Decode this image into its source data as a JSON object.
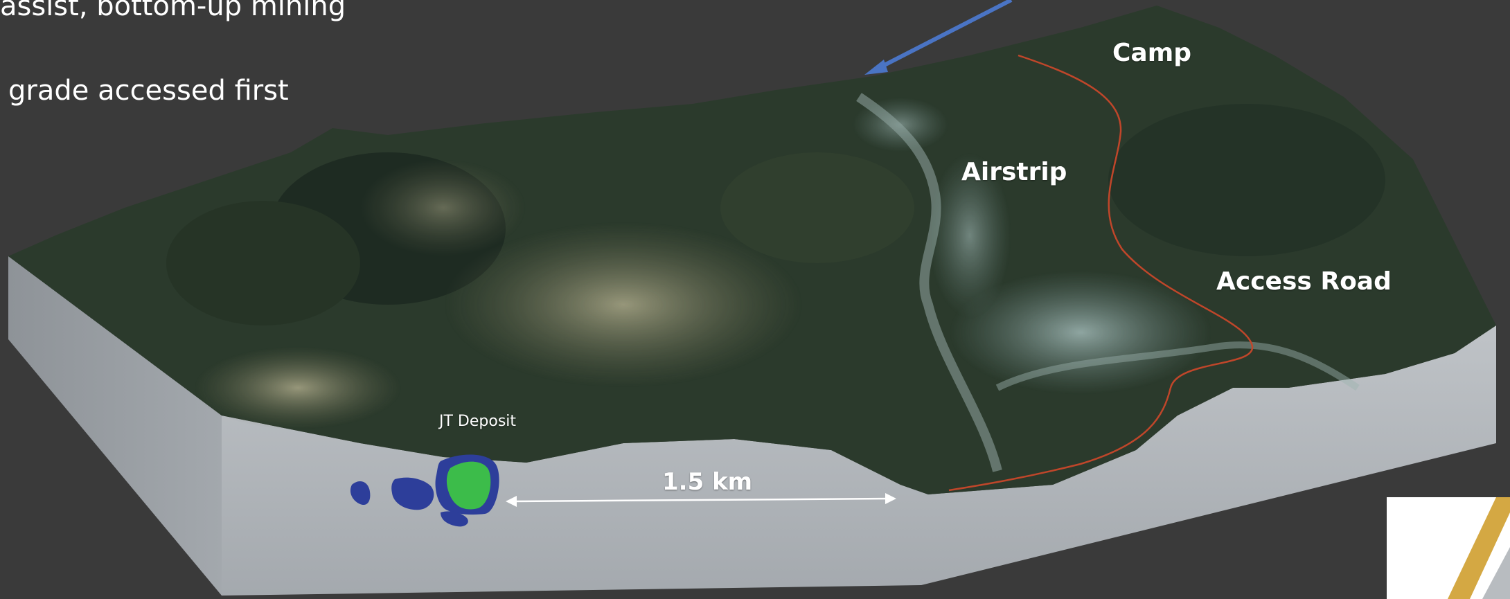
{
  "slide": {
    "bullets": [
      "assist, bottom-up mining",
      "grade accessed first"
    ]
  },
  "map": {
    "labels": {
      "camp": "Camp",
      "airstrip": "Airstrip",
      "access_road": "Access Road",
      "jt_deposit": "JT Deposit",
      "distance": "1.5 km"
    }
  },
  "colors": {
    "background": "#3a3a3a",
    "block_side": "#b0b5ba",
    "terrain": "#2d3b2c",
    "road": "#c0462a",
    "arrow": "#4a74c4",
    "deposit_outer": "#2d3e9a",
    "deposit_inner": "#3cbc4a",
    "logo_gold": "#d4a843"
  }
}
